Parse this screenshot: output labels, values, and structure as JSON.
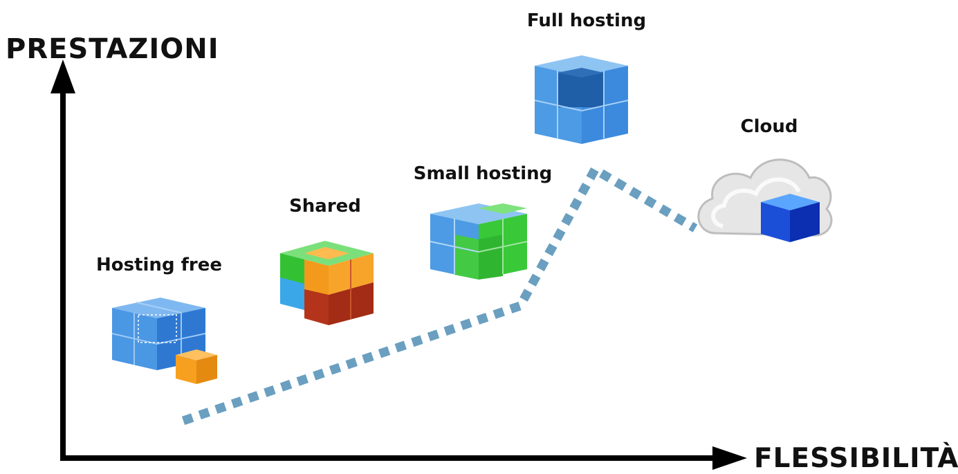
{
  "axes": {
    "y_label": "PRESTAZIONI",
    "x_label": "FLESSIBILITÀ"
  },
  "nodes": [
    {
      "id": "hosting-free",
      "label": "Hosting free",
      "icon": "cube-cluster-blue-with-orange-cube-icon"
    },
    {
      "id": "shared",
      "label": "Shared",
      "icon": "cube-cluster-multicolor-icon"
    },
    {
      "id": "small-hosting",
      "label": "Small hosting",
      "icon": "cube-cluster-blue-green-icon"
    },
    {
      "id": "full-hosting",
      "label": "Full hosting",
      "icon": "cube-cluster-blue-icon"
    },
    {
      "id": "cloud",
      "label": "Cloud",
      "icon": "cloud-with-blue-cube-icon"
    }
  ],
  "colors": {
    "axis": "#000000",
    "path": "#6a9fc0",
    "blue": "#3a8ee0",
    "green": "#33cc33",
    "orange": "#f79a1a",
    "red": "#b83218"
  }
}
